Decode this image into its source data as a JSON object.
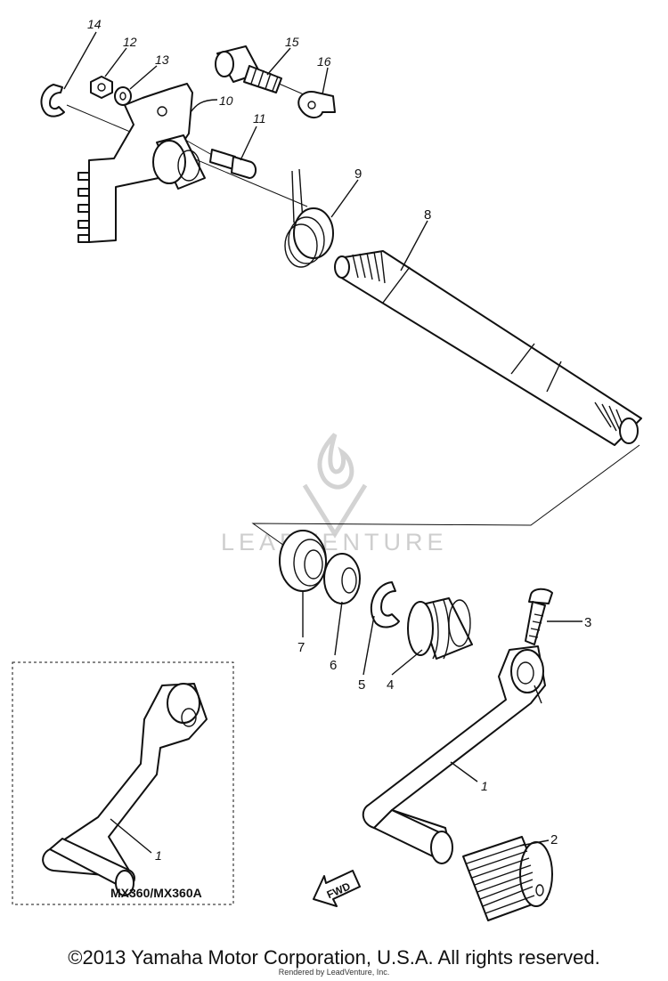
{
  "watermark": {
    "text": "LEADVENTURE"
  },
  "inset": {
    "label": "MX360/MX360A",
    "callout": "1"
  },
  "fwd_arrow": {
    "text": "FWD"
  },
  "callouts": [
    {
      "id": "1",
      "label": "1"
    },
    {
      "id": "2",
      "label": "2"
    },
    {
      "id": "3",
      "label": "3"
    },
    {
      "id": "4",
      "label": "4"
    },
    {
      "id": "5",
      "label": "5"
    },
    {
      "id": "6",
      "label": "6"
    },
    {
      "id": "7",
      "label": "7"
    },
    {
      "id": "8",
      "label": "8"
    },
    {
      "id": "9",
      "label": "9"
    },
    {
      "id": "10",
      "label": "10"
    },
    {
      "id": "11",
      "label": "11"
    },
    {
      "id": "12",
      "label": "12"
    },
    {
      "id": "13",
      "label": "13"
    },
    {
      "id": "14",
      "label": "14"
    },
    {
      "id": "15",
      "label": "15"
    },
    {
      "id": "16",
      "label": "16"
    }
  ],
  "footer": {
    "copyright": "©2013 Yamaha Motor Corporation, U.S.A. All rights reserved.",
    "rendered_by": "Rendered by LeadVenture, Inc."
  },
  "colors": {
    "ink": "#111111",
    "watermark": "#c9c9c9",
    "background": "#ffffff"
  }
}
